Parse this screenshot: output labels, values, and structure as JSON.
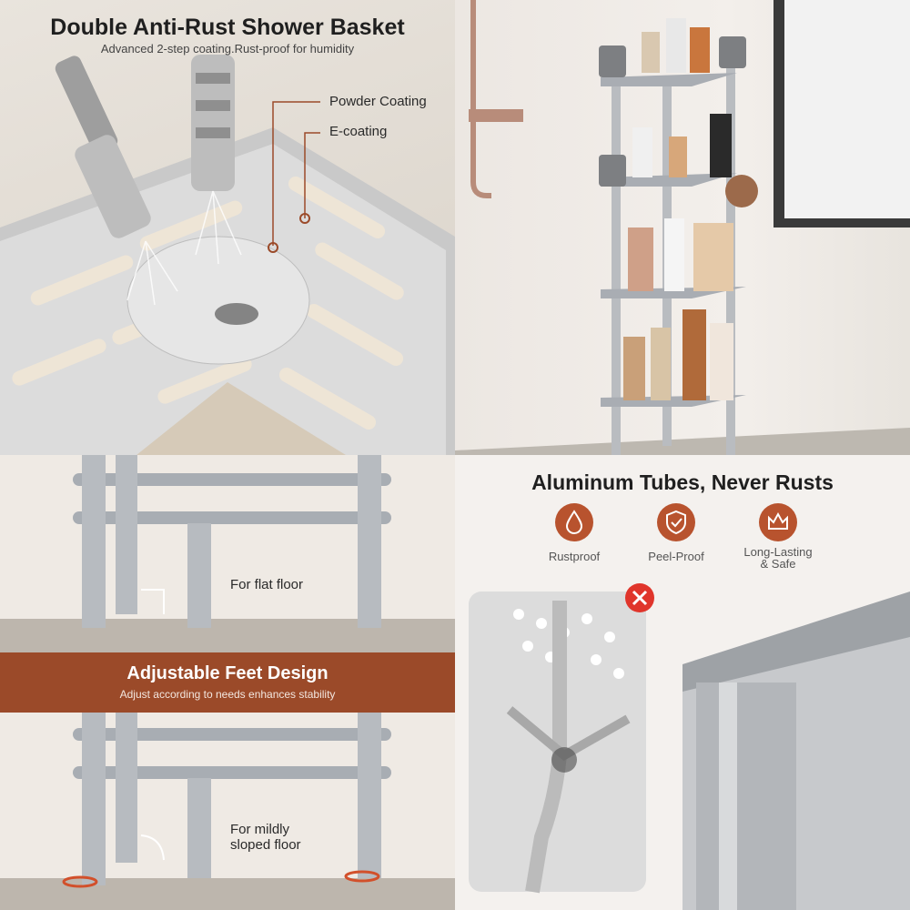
{
  "panel_rust": {
    "title": "Double Anti-Rust Shower Basket",
    "subtitle": "Advanced 2-step coating.Rust-proof for humidity",
    "callouts": [
      "Powder Coating",
      "E-coating"
    ]
  },
  "panel_feet": {
    "top_label": "For flat floor",
    "banner_title": "Adjustable Feet Design",
    "banner_subtitle": "Adjust according to needs enhances stability",
    "bottom_label_line1": "For mildly",
    "bottom_label_line2": "sloped floor"
  },
  "panel_tubes": {
    "title": "Aluminum Tubes, Never Rusts",
    "features": [
      {
        "icon": "rust-drop-icon",
        "label_line1": "Rustproof",
        "label_line2": ""
      },
      {
        "icon": "shield-check-icon",
        "label_line1": "Peel-Proof",
        "label_line2": ""
      },
      {
        "icon": "crown-icon",
        "label_line1": "Long-Lasting",
        "label_line2": "& Safe"
      }
    ]
  },
  "colors": {
    "accent": "#b8532e",
    "banner": "#9b4a29",
    "error": "#e0352b"
  }
}
